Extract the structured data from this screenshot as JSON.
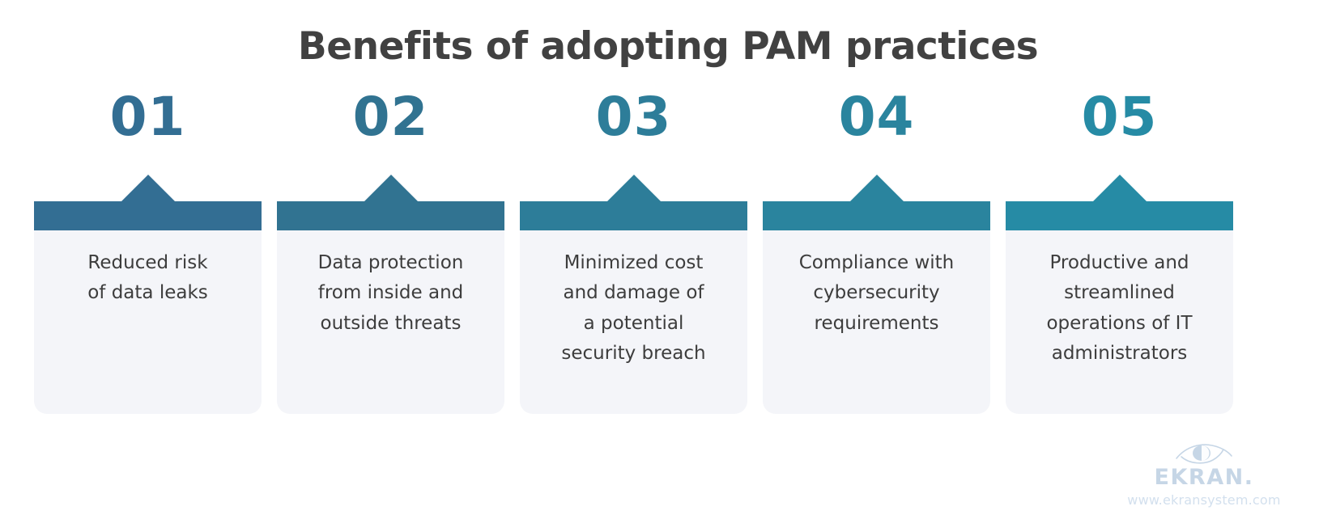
{
  "title": "Benefits of adopting PAM practices",
  "title_color": "#414141",
  "background_color": "#ffffff",
  "card_background": "#f4f5f9",
  "card_text_color": "#3d3d3d",
  "steps": [
    {
      "number": "01",
      "text": "Reduced risk\nof data leaks",
      "color": "#336e93"
    },
    {
      "number": "02",
      "text": "Data protection\nfrom inside and\noutside threats",
      "color": "#317391"
    },
    {
      "number": "03",
      "text": "Minimized cost\nand damage of\na potential\nsecurity breach",
      "color": "#2d7d99"
    },
    {
      "number": "04",
      "text": "Compliance with\ncybersecurity\nrequirements",
      "color": "#2a849e"
    },
    {
      "number": "05",
      "text": "Productive and\nstreamlined\noperations of IT\nadministrators",
      "color": "#268ba5"
    }
  ],
  "brand": {
    "icon": "eye-icon",
    "name": "EKRAN.",
    "url": "www.ekransystem.com",
    "logo_color": "#c6d6e6",
    "url_color": "#d3e0ee"
  }
}
